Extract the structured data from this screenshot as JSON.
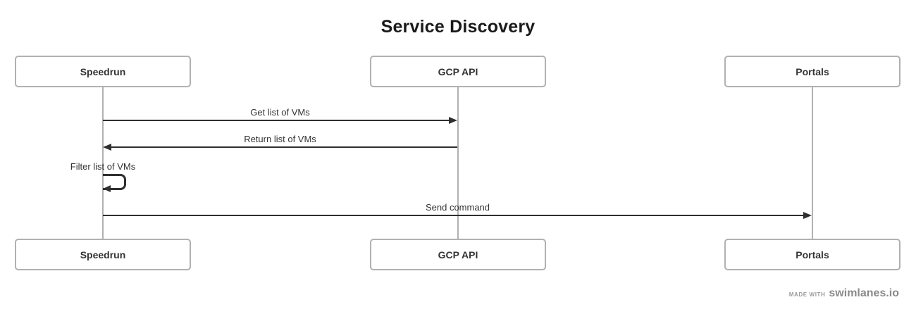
{
  "diagram": {
    "title": "Service Discovery",
    "type": "sequence-diagram",
    "actors": [
      {
        "id": "speedrun",
        "label": "Speedrun"
      },
      {
        "id": "gcp-api",
        "label": "GCP API"
      },
      {
        "id": "portals",
        "label": "Portals"
      }
    ],
    "messages": [
      {
        "label": "Get list of VMs",
        "from": "speedrun",
        "to": "gcp-api",
        "style": "solid-arrow"
      },
      {
        "label": "Return list of VMs",
        "from": "gcp-api",
        "to": "speedrun",
        "style": "solid-arrow"
      },
      {
        "label": "Filter list of VMs",
        "from": "speedrun",
        "to": "speedrun",
        "style": "self-loop"
      },
      {
        "label": "Send command",
        "from": "speedrun",
        "to": "portals",
        "style": "solid-arrow"
      }
    ],
    "colors": {
      "actor_border": "#b1b1b1",
      "lifeline": "#b1b1b1",
      "arrow": "#2f2f2f",
      "text": "#333333",
      "footer_text": "#8a8a8a"
    }
  },
  "footer": {
    "made_with": "MADE WITH",
    "brand": "swimlanes.io"
  }
}
